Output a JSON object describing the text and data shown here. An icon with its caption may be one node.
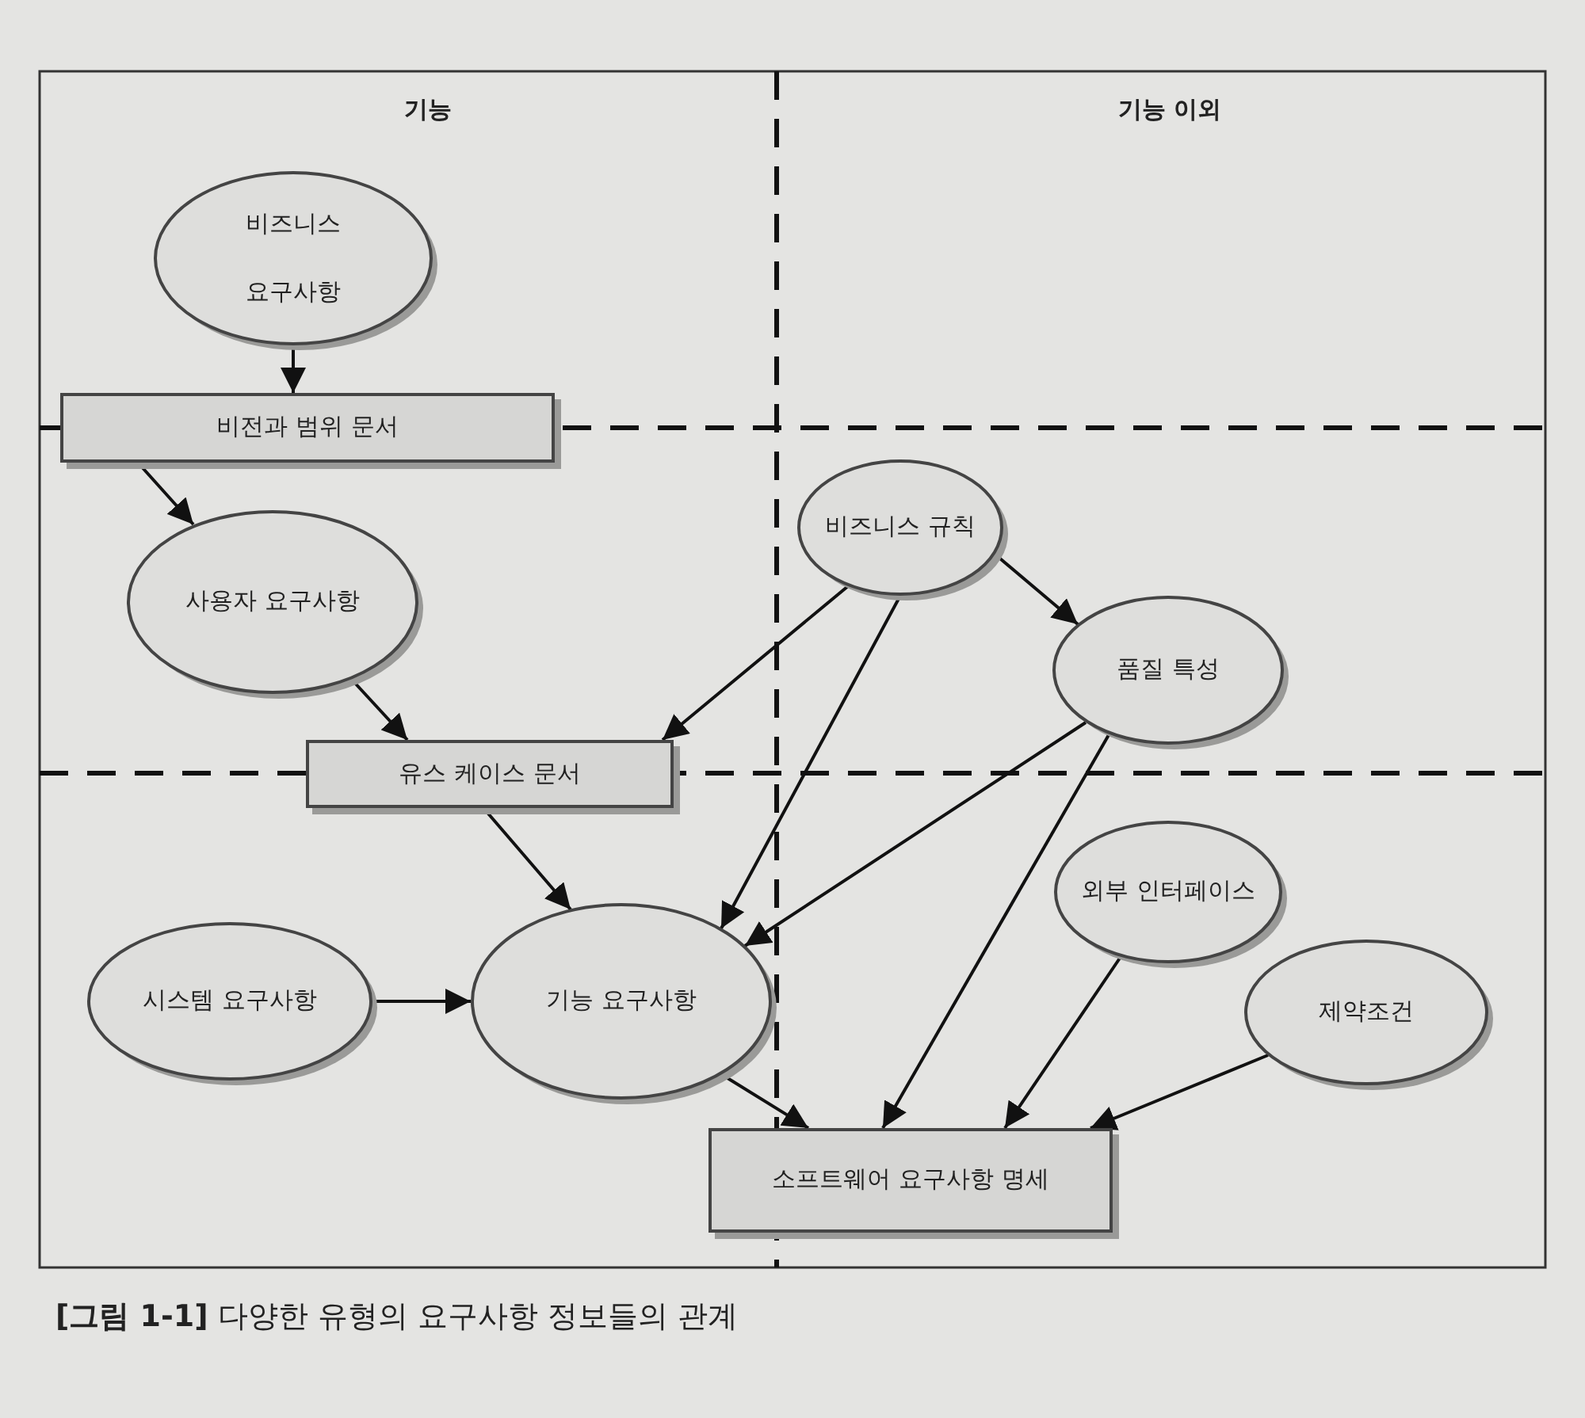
{
  "diagram": {
    "caption": "**[그림 1-1]** 다양한 유형의 요구사항 정보들의 관계",
    "nodes": [
      {
        "text": [
          "비즈니스 요구사항"
        ]
      },
      {
        "text": [
          "비전과 범위 문서"
        ]
      },
      {
        "text": [
          "사용자 요구사항"
        ]
      },
      {
        "text": [
          "비즈니스 규칙"
        ]
      },
      {
        "text": [
          "품질 특성"
        ]
      },
      {
        "text": [
          "유스 케이스 문서"
        ]
      },
      {
        "text": [
          "외부 인터페이스"
        ]
      },
      {
        "text": [
          "시스템 요구사항"
        ]
      },
      {
        "text": [
          "기능 요구사항"
        ]
      },
      {
        "text": [
          "제약조건"
        ]
      },
      {
        "text": [
          "소프트웨어 요구사항 명세"
        ]
      }
    ],
    "edges": [
      {
        "from": 0,
        "to": 1,
        "arrow": "to"
      },
      {
        "from": 1,
        "to": 2,
        "arrow": "to"
      },
      {
        "from": 2,
        "to": 5,
        "arrow": "to"
      },
      {
        "from": 3,
        "to": 4,
        "arrow": "to"
      },
      {
        "from": 3,
        "to": 5,
        "arrow": "to"
      },
      {
        "from": 3,
        "to": 8,
        "arrow": "to"
      },
      {
        "from": 4,
        "to": 8,
        "arrow": "to"
      },
      {
        "from": 4,
        "to": 10,
        "arrow": "to"
      },
      {
        "from": 5,
        "to": 8,
        "arrow": "to"
      },
      {
        "from": 7,
        "to": 8,
        "arrow": "to"
      },
      {
        "from": 8,
        "to": 10,
        "arrow": "to"
      },
      {
        "from": 6,
        "to": 10,
        "arrow": "to"
      },
      {
        "from": 9,
        "to": 10,
        "arrow": "to"
      }
    ],
    "labels": [
      "기능",
      "기능 이외"
    ]
  }
}
